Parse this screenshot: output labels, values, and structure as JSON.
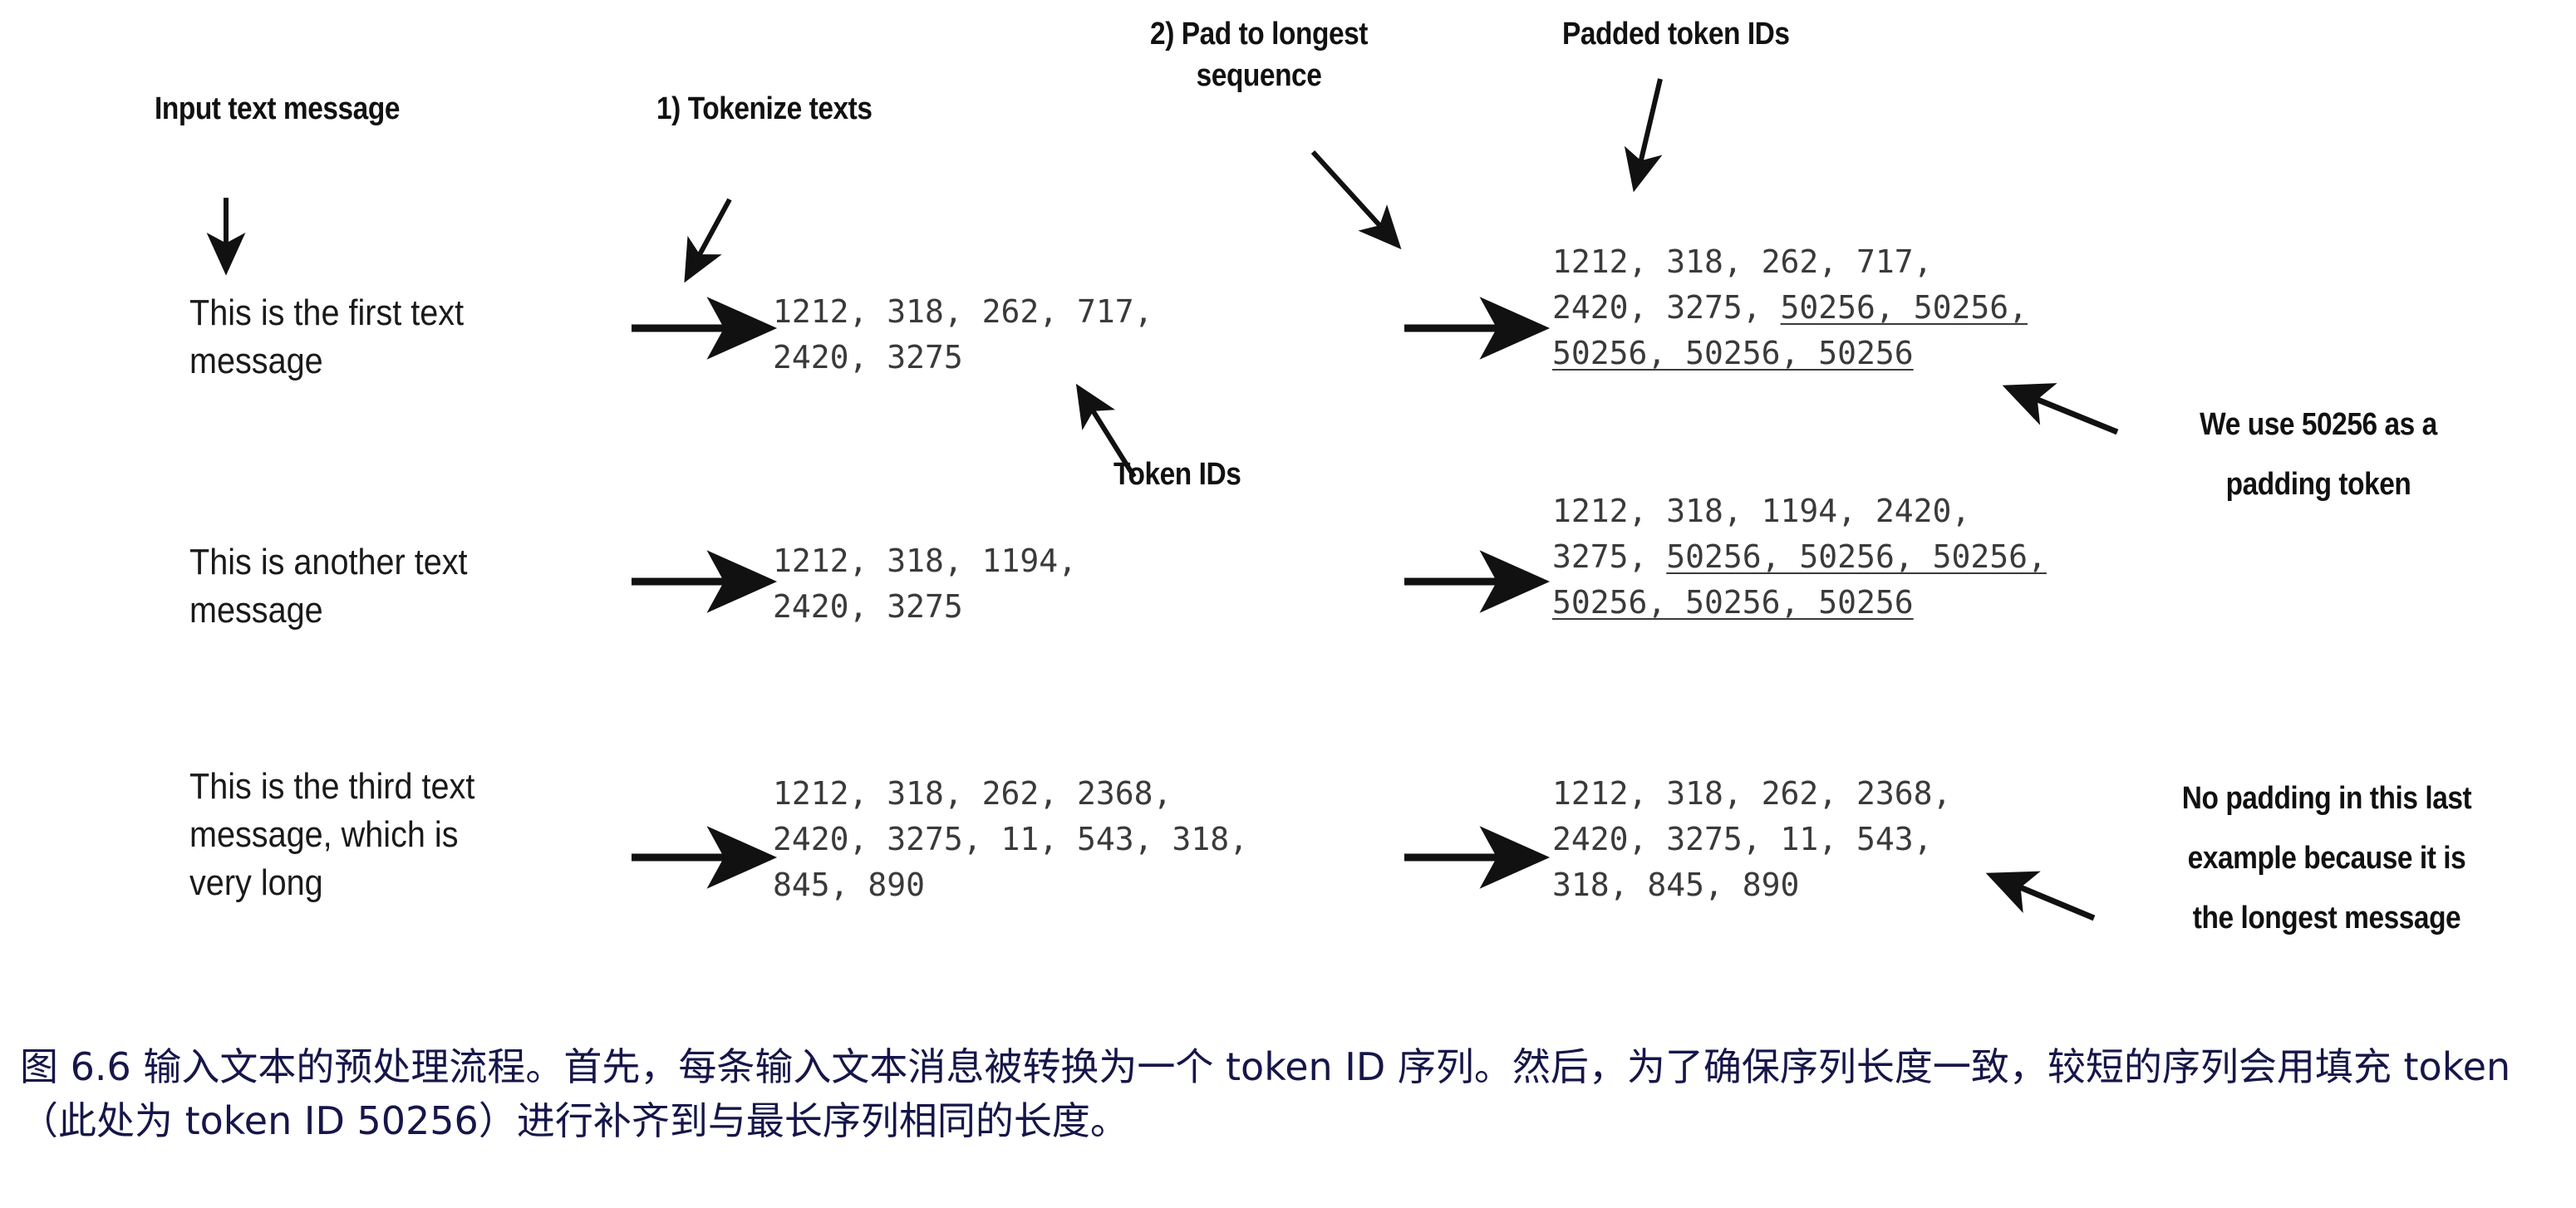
{
  "figure": {
    "labels": {
      "input_text_message": "Input text message",
      "tokenize_texts": "1) Tokenize texts",
      "pad_to_longest_line1": "2) Pad to longest",
      "pad_to_longest_line2": "sequence",
      "padded_token_ids": "Padded token IDs",
      "token_ids": "Token IDs"
    },
    "notes": {
      "padding_token_line1": "We use 50256 as a",
      "padding_token_line2": "padding token",
      "no_padding_line1": "No padding in this last",
      "no_padding_line2": "example because it is",
      "no_padding_line3": "the longest message"
    },
    "rows": [
      {
        "message": "This is the first text\nmessage",
        "token_ids": "1212, 318, 262, 717,\n2420, 3275",
        "padded": {
          "line1_plain": "1212, 318, 262, 717,",
          "line2_plain": "2420, 3275, ",
          "line2_pad": "50256, 50256,",
          "line3_pad": "50256, 50256, 50256"
        }
      },
      {
        "message": "This is another text\nmessage",
        "token_ids": "1212, 318, 1194,\n2420, 3275",
        "padded": {
          "line1_plain": "1212, 318, 1194, 2420,",
          "line2_plain": "3275, ",
          "line2_pad": "50256, 50256, 50256,",
          "line3_pad": "50256, 50256, 50256"
        }
      },
      {
        "message": "This is the third text\nmessage, which is\nvery long",
        "token_ids": "1212, 318, 262, 2368,\n2420, 3275, 11, 543, 318,\n845, 890",
        "padded": {
          "line1_plain": "1212, 318, 262, 2368,",
          "line2_plain": "2420, 3275, 11, 543,",
          "line2_pad": "",
          "line3_pad": "",
          "line3_plain": "318, 845, 890"
        }
      }
    ],
    "padding_token_id": "50256",
    "caption": "图 6.6 输入文本的预处理流程。首先，每条输入文本消息被转换为一个 token ID 序列。然后，为了确保序列长度一致，较短的序列会用填充 token（此处为 token ID 50256）进行补齐到与最长序列相同的长度。",
    "colors": {
      "caption_color": "#16164a",
      "annotation_color": "#111111",
      "token_color": "#3a3a3a",
      "background": "#ffffff"
    }
  }
}
